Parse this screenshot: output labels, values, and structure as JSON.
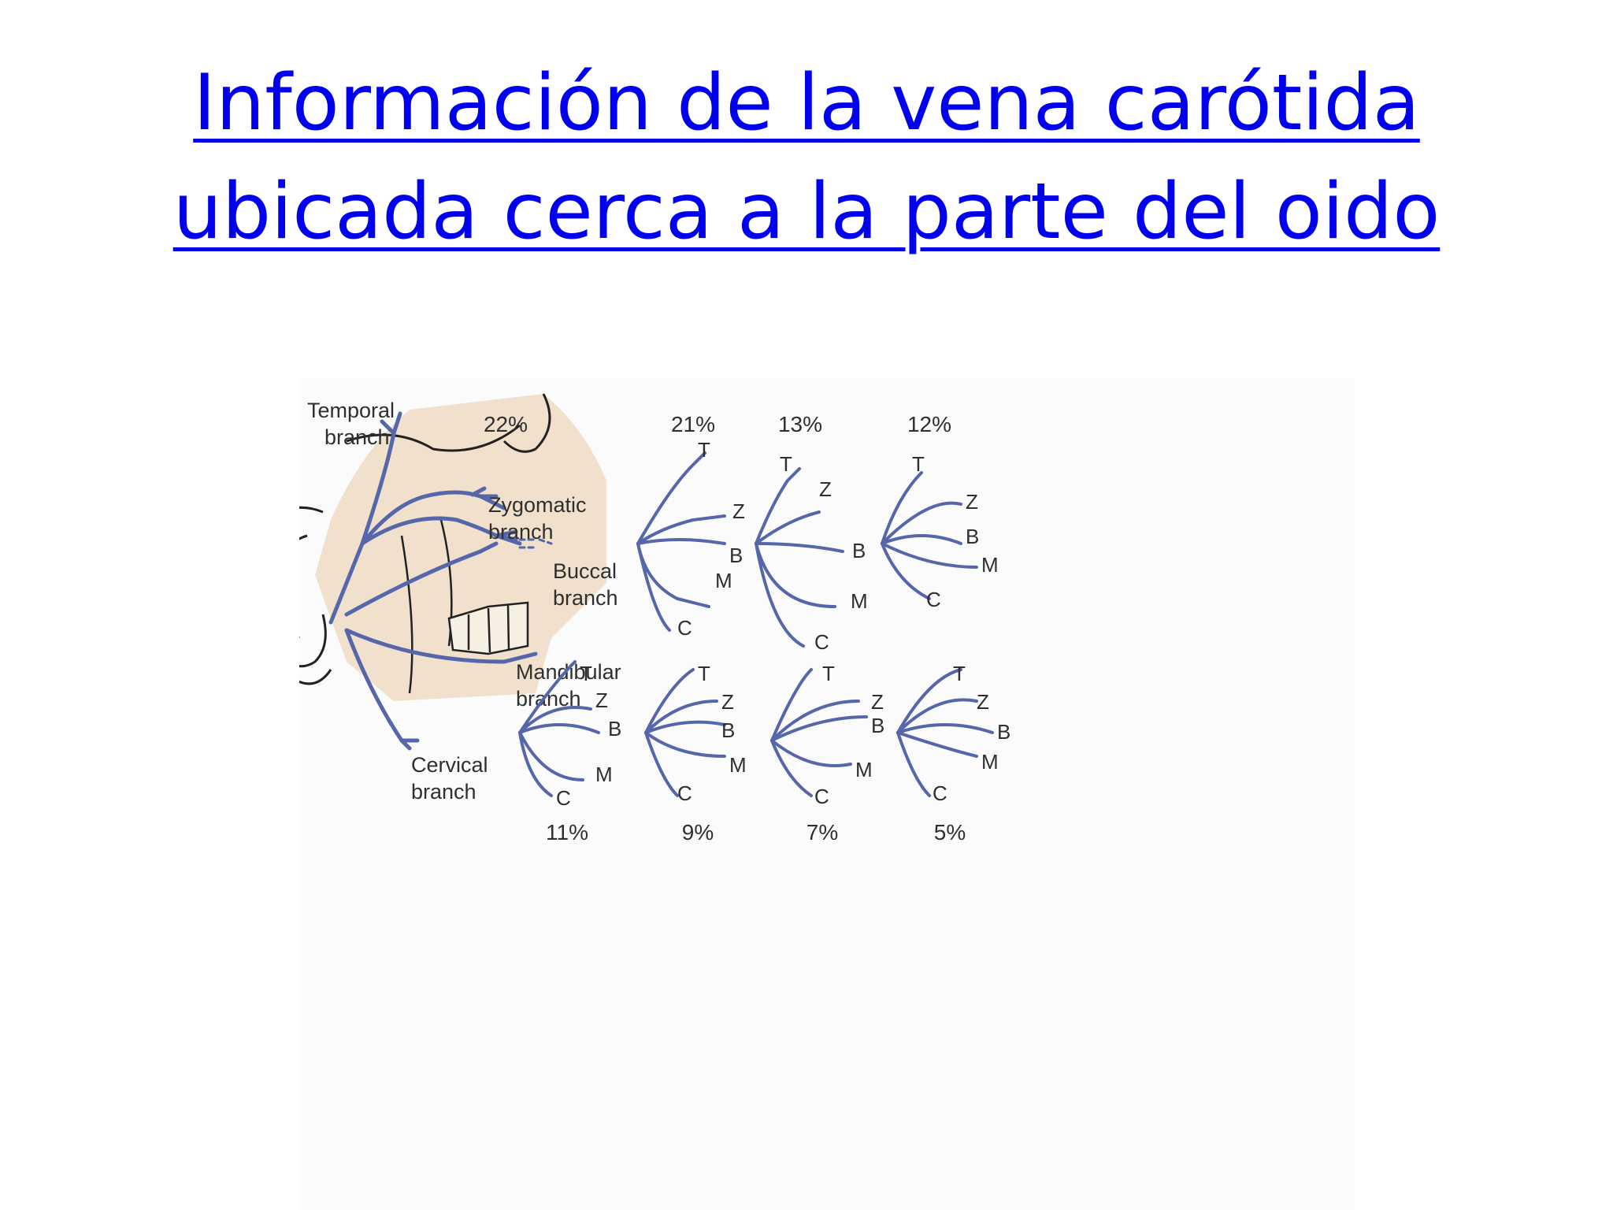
{
  "title": {
    "line1": "Información de la vena carótida",
    "line2": "ubicada cerca a la parte del oido"
  },
  "colors": {
    "title": "#0000ee",
    "nerve": "#5566aa",
    "skin": "#f0e0cc",
    "label": "#2f2f2f"
  },
  "anatomy_labels": {
    "temporal": [
      "Temporal",
      "branch"
    ],
    "zygomatic": [
      "Zygomatic",
      "branch"
    ],
    "buccal": [
      "Buccal",
      "branch"
    ],
    "mandibular": [
      "Mandibular",
      "branch"
    ],
    "cervical": [
      "Cervical",
      "branch"
    ]
  },
  "patterns": [
    {
      "pct": "22%"
    },
    {
      "pct": "21%",
      "labels": [
        "T",
        "Z",
        "B",
        "M",
        "C"
      ]
    },
    {
      "pct": "13%",
      "labels": [
        "T",
        "Z",
        "B",
        "M",
        "C"
      ]
    },
    {
      "pct": "12%",
      "labels": [
        "T",
        "Z",
        "B",
        "M",
        "C"
      ]
    },
    {
      "pct": "11%",
      "labels": [
        "T",
        "Z",
        "B",
        "M",
        "C"
      ]
    },
    {
      "pct": "9%",
      "labels": [
        "T",
        "Z",
        "B",
        "M",
        "C"
      ]
    },
    {
      "pct": "7%",
      "labels": [
        "T",
        "Z",
        "B",
        "M",
        "C"
      ]
    },
    {
      "pct": "5%",
      "labels": [
        "T",
        "Z",
        "B",
        "M",
        "C"
      ]
    }
  ]
}
